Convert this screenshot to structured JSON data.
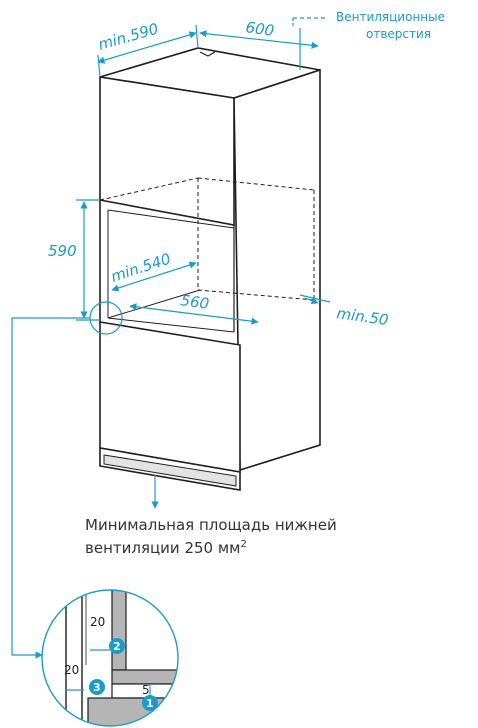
{
  "dimensions": {
    "min_depth": "min.590",
    "width": "600",
    "niche_height": "590",
    "inner_depth": "min.540",
    "inner_width": "560",
    "gap": "min.50"
  },
  "legend": {
    "vent_label_line1": "Вентиляционные",
    "vent_label_line2": "отверстия"
  },
  "note": {
    "text": "Минимальная площадь нижней",
    "text2": "вентиляции 250 мм",
    "sup": "2"
  },
  "detail": {
    "label_20_top": "20",
    "label_20_left": "20",
    "label_5": "5",
    "badges": [
      "1",
      "2",
      "3"
    ]
  },
  "colors": {
    "accent": "#1a9bc9",
    "cabinet": "#1f1f1f",
    "panel_gray": "#b5b5b5"
  }
}
